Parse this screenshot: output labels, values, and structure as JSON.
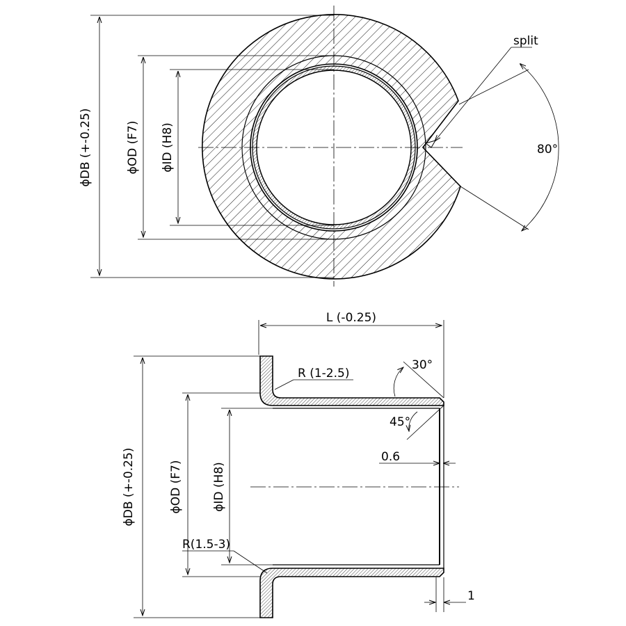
{
  "top_view": {
    "label_db": "ϕDB (+-0.25)",
    "label_od": "ϕOD (F7)",
    "label_id": "ϕID (H8)",
    "label_split": "split",
    "label_angle": "80°"
  },
  "side_view": {
    "label_length": "L (-0.25)",
    "label_r_flange": "R (1-2.5)",
    "label_angle_30": "30°",
    "label_angle_45": "45°",
    "label_chamfer": "0.6",
    "label_db": "ϕDB (+-0.25)",
    "label_od": "ϕOD (F7)",
    "label_id": "ϕID (H8)",
    "label_r_bottom": "R(1.5-3)",
    "label_thickness": "1"
  }
}
